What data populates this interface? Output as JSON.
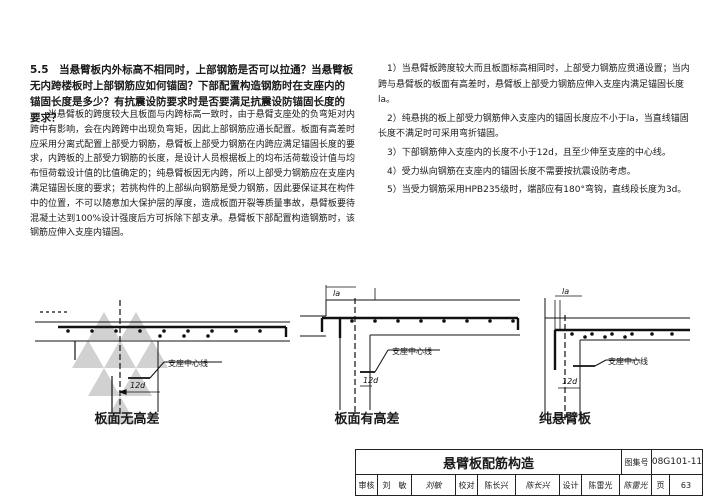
{
  "question": {
    "title": "5.5　当悬臂板内外标高不相同时，上部钢筋是否可以拉通？当悬臂板无内跨楼板时上部钢筋应如何锚固？下部配置构造钢筋时在支座内的锚固长度是多少？有抗震设防要求时是否要满足抗震设防锚固长度的要求？",
    "body": "当悬臂板的跨度较大且板面与内跨标高一致时，由于悬臂支座处的负弯矩对内跨中有影响，会在内跨跨中出现负弯矩，因此上部钢筋应通长配置。板面有高差时应采用分离式配置上部受力钢筋，悬臂板上部受力钢筋在内跨应满足锚固长度的要求，内跨板的上部受力钢筋的长度，是设计人员根据板上的均布活荷载设计值与均布恒荷载设计值的比值确定的；纯悬臂板因无内跨，所以上部受力钢筋应在支座内满足锚固长度的要求；若挑构件的上部纵向钢筋是受力钢筋，因此要保证其在构件中的位置，不可以随意加大保护层的厚度，造成板面开裂等质量事故，悬臂板要待混凝土达到100%设计强度后方可拆除下部支承。悬臂板下部配置构造钢筋时，该钢筋应伸入支座内锚固。"
  },
  "answers": [
    "1）当悬臂板跨度较大而且板面标高相同时，上部受力钢筋应贯通设置；当内跨与悬臂板的板面有高差时，悬臂板上部受力钢筋应伸入支座内满足锚固长度la。",
    "2）纯悬挑的板上部受力钢筋伸入支座内的锚固长度应不小于la，当直线锚固长度不满足时可采用弯折锚固。",
    "3）下部钢筋伸入支座内的长度不小于12d，且至少伸至支座的中心线。",
    "4）受力纵向钢筋在支座内的锚固长度不需要按抗震设防考虑。",
    "5）当受力钢筋采用HPB235级时，端部应有180°弯钩，直线段长度为3d。"
  ],
  "diagrams": {
    "labels": {
      "la": "la",
      "d12": "12d",
      "support": "支座中心线"
    },
    "captions": [
      "板面无高差",
      "板面有高差",
      "纯悬臂板"
    ]
  },
  "title_block": {
    "title": "悬臂板配筋构造",
    "atlas_label": "图集号",
    "atlas_no": "08G101-11",
    "review_label": "审核",
    "reviewer": "刘　敏",
    "review_sig": "刘敏",
    "check_label": "校对",
    "checker": "陈长兴",
    "check_sig": "陈长兴",
    "design_label": "设计",
    "designer": "陈雷光",
    "design_sig": "陈雷光",
    "page_label": "页",
    "page_no": "63"
  }
}
